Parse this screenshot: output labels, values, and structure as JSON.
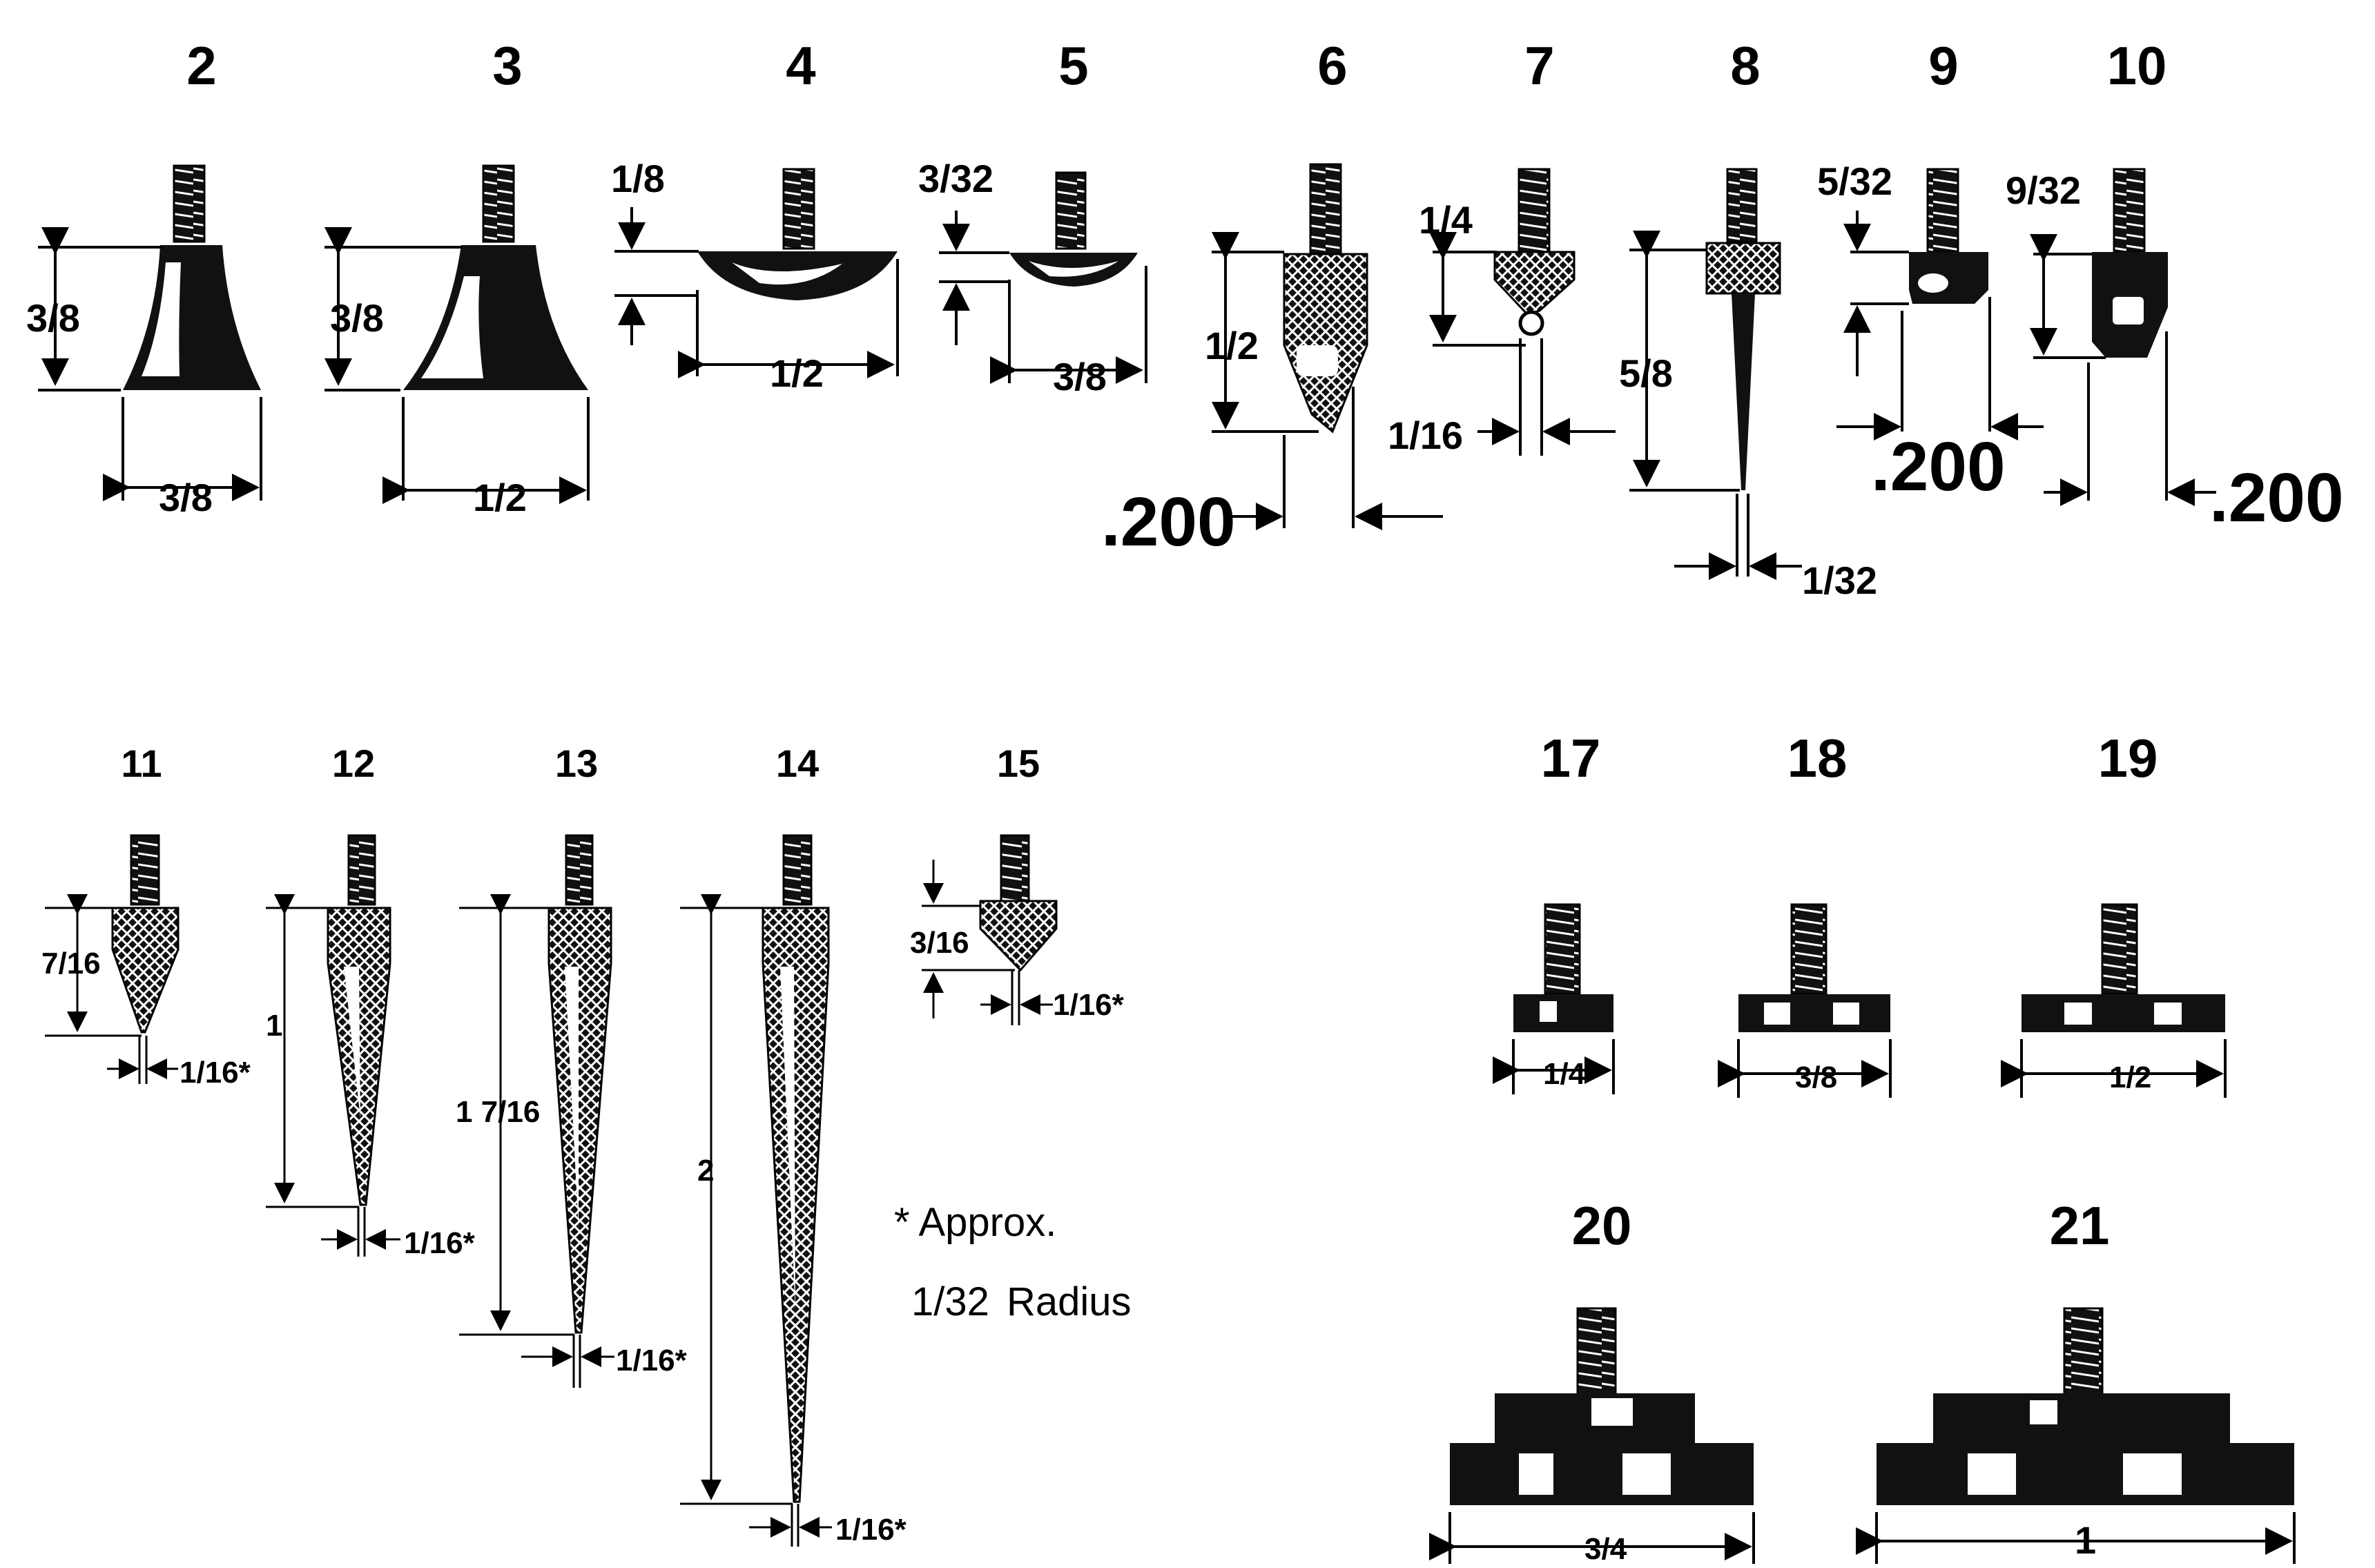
{
  "top_row": [
    {
      "id": "2",
      "dims": [
        "3/8",
        "3/8"
      ]
    },
    {
      "id": "3",
      "dims": [
        "3/8",
        "1/2"
      ]
    },
    {
      "id": "4",
      "dims": [
        "1/8",
        "1/2"
      ]
    },
    {
      "id": "5",
      "dims": [
        "3/32",
        "3/8"
      ]
    },
    {
      "id": "6",
      "dims": [
        "1/2",
        ".200"
      ]
    },
    {
      "id": "7",
      "dims": [
        "1/4",
        "1/16"
      ]
    },
    {
      "id": "8",
      "dims": [
        "5/8",
        "1/32"
      ]
    },
    {
      "id": "9",
      "dims": [
        "5/32",
        ".200"
      ]
    },
    {
      "id": "10",
      "dims": [
        "9/32",
        ".200"
      ]
    }
  ],
  "middle_row": [
    {
      "id": "11",
      "dims": [
        "7/16",
        "1/16*"
      ]
    },
    {
      "id": "12",
      "dims": [
        "1",
        "1/16*"
      ]
    },
    {
      "id": "13",
      "dims": [
        "1 7/16",
        "1/16*"
      ]
    },
    {
      "id": "14",
      "dims": [
        "2",
        "1/16*"
      ]
    },
    {
      "id": "15",
      "dims": [
        "3/16",
        "1/16*"
      ]
    }
  ],
  "right_group": [
    {
      "id": "17",
      "dims": [
        "1/4"
      ]
    },
    {
      "id": "18",
      "dims": [
        "3/8"
      ]
    },
    {
      "id": "19",
      "dims": [
        "1/2"
      ]
    },
    {
      "id": "20",
      "dims": [
        "3/4"
      ]
    },
    {
      "id": "21",
      "dims": [
        "1"
      ]
    }
  ],
  "legend": {
    "approx": "* Approx.",
    "radius_fraction": "1/32",
    "radius_label": "Radius"
  }
}
